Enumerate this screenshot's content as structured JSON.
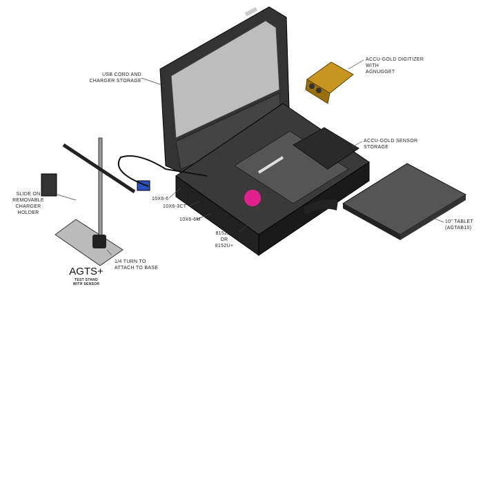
{
  "labels": {
    "usb_storage": [
      "USB CORD AND",
      "CHARGER STORAGE"
    ],
    "digitizer": [
      "ACCU-GOLD DIGITIZER",
      "WITH",
      "AGNUGGET"
    ],
    "sensor_storage": [
      "ACCU-GOLD SENSOR",
      "STORAGE"
    ],
    "charger_holder": [
      "SLIDE ON",
      "REMOVABLE",
      "CHARGER",
      "HOLDER"
    ],
    "chamber_1": "10X6-6",
    "chamber_2": "10X6-3CT",
    "chamber_3": "10X6-6M",
    "meter": [
      "8152LT",
      "OR",
      "8152U+"
    ],
    "turn": [
      "1/4 TURN TO",
      "ATTACH TO BASE"
    ],
    "stand_title": "AGTS+",
    "stand_sub": [
      "TEST STAND",
      "WITH SENSOR"
    ],
    "tablet": [
      "10\" TABLET",
      "(AGTAB10)"
    ]
  },
  "colors": {
    "case": "#2b2b2b",
    "digitizer": "#c8961e",
    "magenta": "#e0208c",
    "connector": "#2a4fbf",
    "tablet": "#555555"
  }
}
